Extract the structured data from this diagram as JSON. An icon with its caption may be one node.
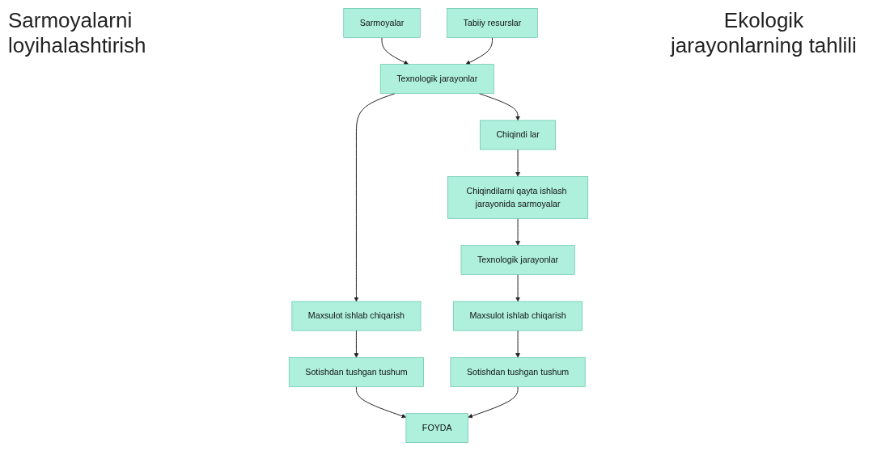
{
  "diagram": {
    "nodes": [
      {
        "text": [
          "Sarmoyalar"
        ]
      },
      {
        "text": [
          "Tabiiy resurslar"
        ]
      },
      {
        "text": [
          "Texnologik jarayonlar"
        ]
      },
      {
        "text": [
          "Chiqindi lar"
        ]
      },
      {
        "text": [
          "Chiqindilarni qayta ishlash jarayonida sarmoyalar"
        ]
      },
      {
        "text": [
          "Texnologik jarayonlar"
        ]
      },
      {
        "text": [
          "Maxsulot ishlab chiqarish"
        ]
      },
      {
        "text": [
          "Sotishdan tushgan tushum"
        ]
      },
      {
        "text": [
          "Maxsulot ishlab chiqarish"
        ]
      },
      {
        "text": [
          "Sotishdan tushgan tushum"
        ]
      },
      {
        "text": [
          "FOYDA"
        ]
      }
    ],
    "edges": [
      {
        "from": 0,
        "to": 2,
        "arrow": "to"
      },
      {
        "from": 1,
        "to": 2,
        "arrow": "to"
      },
      {
        "from": 2,
        "to": 3,
        "arrow": "to"
      },
      {
        "from": 3,
        "to": 4,
        "arrow": "to"
      },
      {
        "from": 4,
        "to": 5,
        "arrow": "to"
      },
      {
        "from": 2,
        "to": 6,
        "arrow": "to"
      },
      {
        "from": 6,
        "to": 7,
        "arrow": "to"
      },
      {
        "from": 7,
        "to": 10,
        "arrow": "to"
      },
      {
        "from": 5,
        "to": 8,
        "arrow": "to"
      },
      {
        "from": 8,
        "to": 9,
        "arrow": "to"
      },
      {
        "from": 9,
        "to": 10,
        "arrow": "to"
      }
    ],
    "labels": [
      "Sarmoyalarni loyihalashtirish",
      "Ekologik jarayonlarning tahlili"
    ]
  }
}
